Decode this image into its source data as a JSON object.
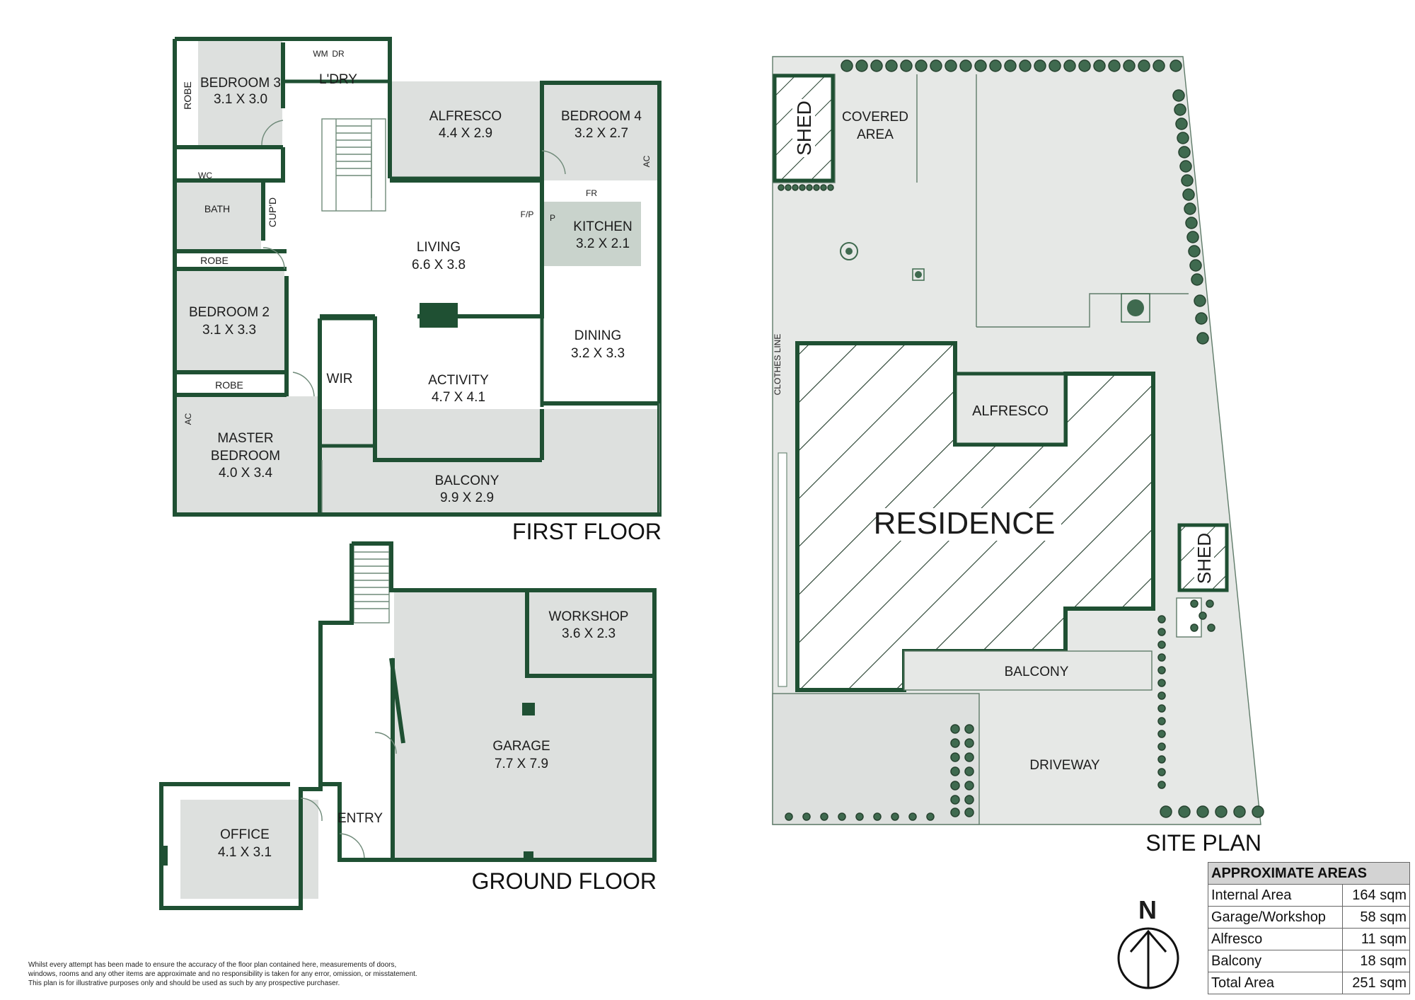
{
  "first_floor": {
    "title": "FIRST FLOOR",
    "bedroom3": {
      "name": "BEDROOM 3",
      "size": "3.1 X 3.0"
    },
    "laundry": {
      "name": "L'DRY",
      "wm": "WM",
      "dr": "DR"
    },
    "alfresco": {
      "name": "ALFRESCO",
      "size": "4.4 X 2.9"
    },
    "bedroom4": {
      "name": "BEDROOM 4",
      "size": "3.2 X 2.7",
      "ac": "AC"
    },
    "robe": "ROBE",
    "wc": "WC",
    "bath": "BATH",
    "cupd": "CUP'D",
    "living": {
      "name": "LIVING",
      "size": "6.6 X 3.8"
    },
    "kitchen": {
      "name": "KITCHEN",
      "size": "3.2 X 2.1",
      "fr": "FR",
      "fp": "F/P",
      "p": "P"
    },
    "bedroom2": {
      "name": "BEDROOM 2",
      "size": "3.1 X 3.3"
    },
    "dining": {
      "name": "DINING",
      "size": "3.2 X 3.3"
    },
    "wir": "WIR",
    "activity": {
      "name": "ACTIVITY",
      "size": "4.7 X 4.1"
    },
    "master": {
      "name1": "MASTER",
      "name2": "BEDROOM",
      "size": "4.0 X 3.4",
      "ac": "AC"
    },
    "balcony": {
      "name": "BALCONY",
      "size": "9.9 X 2.9"
    }
  },
  "ground_floor": {
    "title": "GROUND FLOOR",
    "workshop": {
      "name": "WORKSHOP",
      "size": "3.6 X 2.3"
    },
    "garage": {
      "name": "GARAGE",
      "size": "7.7 X 7.9"
    },
    "entry": "ENTRY",
    "office": {
      "name": "OFFICE",
      "size": "4.1 X 3.1"
    }
  },
  "site_plan": {
    "title": "SITE PLAN",
    "shed": "SHED",
    "covered_area1": "COVERED",
    "covered_area2": "AREA",
    "clothes_line": "CLOTHES LINE",
    "alfresco": "ALFRESCO",
    "residence": "RESIDENCE",
    "balcony": "BALCONY",
    "driveway": "DRIVEWAY"
  },
  "north": {
    "label": "N"
  },
  "areas": {
    "heading": "APPROXIMATE AREAS",
    "rows": [
      {
        "label": "Internal Area",
        "value": "164 sqm"
      },
      {
        "label": "Garage/Workshop",
        "value": "58 sqm"
      },
      {
        "label": "Alfresco",
        "value": "11 sqm"
      },
      {
        "label": "Balcony",
        "value": "18 sqm"
      },
      {
        "label": "Total Area",
        "value": "251 sqm"
      }
    ]
  },
  "disclaimer": {
    "line1": "Whilst every attempt has been made to ensure the accuracy of the floor plan contained here, measurements of doors,",
    "line2": "windows, rooms and any other items are approximate and no responsibility is taken for any error, omission, or misstatement.",
    "line3": "This plan is for illustrative purposes only and should be used as such by any prospective purchaser."
  },
  "colors": {
    "wall": "#1f5033",
    "room_grey": "#dde0de",
    "kitchen_green": "#c9d3cc",
    "shrub": "#3f6a4f"
  }
}
